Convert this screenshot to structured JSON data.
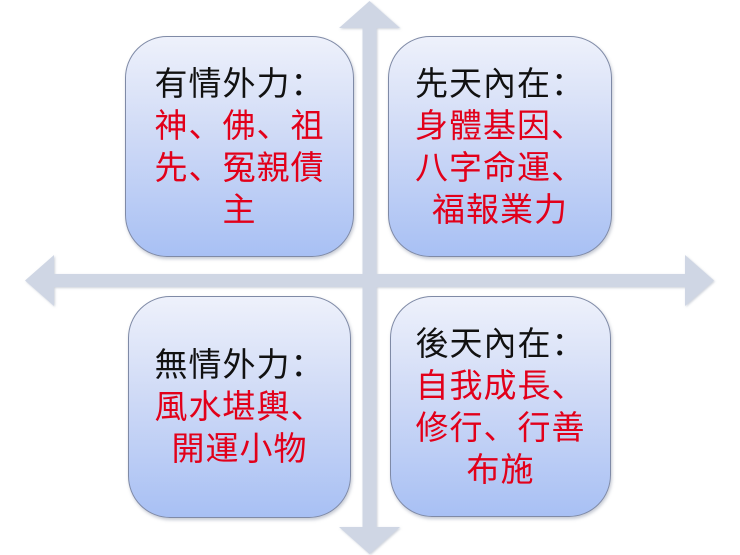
{
  "diagram": {
    "type": "quadrant",
    "axes": {
      "vertical_arrow": "up-down",
      "horizontal_arrow": "left-right",
      "color": "#cfd6e4"
    },
    "quadrants": {
      "top_left": {
        "title": "有情外力：",
        "body_lines": [
          "神、佛、祖",
          "先、冤親債",
          "主"
        ]
      },
      "top_right": {
        "title": "先天內在：",
        "body_lines": [
          "身體基因、",
          "八字命運、",
          "福報業力"
        ]
      },
      "bottom_left": {
        "title": "無情外力：",
        "body_lines": [
          "風水堪輿、",
          "開運小物"
        ]
      },
      "bottom_right": {
        "title": "後天內在：",
        "body_lines": [
          "自我成長、",
          "修行、行善",
          "布施"
        ]
      }
    },
    "colors": {
      "title_text": "#111111",
      "body_text": "#e2001a",
      "box_fill_top": "#eef1fb",
      "box_fill_bottom": "#a8c0f4",
      "box_border": "#7f8aa6"
    }
  }
}
